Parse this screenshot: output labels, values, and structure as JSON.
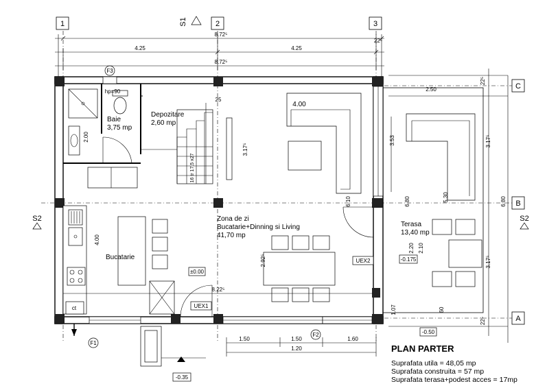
{
  "plan": {
    "title": "PLAN PARTER",
    "summary": [
      "Suprafata utila = 48,05 mp",
      "Suprafata construita = 57 mp",
      "Suprafata terasa+podest acces = 17mp"
    ]
  },
  "axes": {
    "vertical": [
      "1",
      "2",
      "3"
    ],
    "horizontal": [
      "C",
      "B",
      "A"
    ]
  },
  "rooms": {
    "baie": {
      "name": "Baie",
      "area": "3,75 mp"
    },
    "depozitare": {
      "name": "Depozitare",
      "area": "2,60 mp"
    },
    "zona": {
      "line1": "Zona de zi",
      "line2": "Bucatarie+Dinning si Living",
      "area": "41,70 mp"
    },
    "bucatarie": {
      "name": "Bucatarie"
    },
    "terasa": {
      "name": "Terasa",
      "area": "13,40 mp"
    }
  },
  "labels": {
    "section_top": "S1",
    "section_left": "S2",
    "section_right": "S2",
    "f1": "F1",
    "f2": "F2",
    "f3": "F3",
    "uex1": "UEX1",
    "uex2": "UEX2",
    "level_zero": "±0.00",
    "level_terrace": "-0.175",
    "level_entry": "-0.35",
    "level_a": "-0.50",
    "ct": "ct",
    "hp": "hp=90",
    "stair": "16 tr 17,5 x27"
  },
  "dims": {
    "top_total_1": "8.72⁵",
    "top_left": "4.25",
    "top_right": "4.25",
    "top_total_2": "8.72⁵",
    "top_small": "22⁵",
    "terasa_w": "2.50",
    "sofa_w": "4.00",
    "bath_h": "2.00",
    "stair_d": "25",
    "living_h": "3.17⁵",
    "v_353": "3.53",
    "v_610": "6.10",
    "v_680a": "6.80",
    "v_530": "5.30",
    "v_680b": "6.80",
    "v_317b": "3.17⁵",
    "v_317c": "3.17⁵",
    "kitchen_h": "4.00",
    "v_292": "2.92⁵",
    "v_220": "2.20",
    "v_210": "2.10",
    "v_107": "1.07",
    "v_60": "60",
    "v_22b": "22⁵",
    "v_22c": "22⁵",
    "inner_w": "8.22⁵",
    "b1": "1.50",
    "b2": "1.50",
    "b3": "1.60",
    "b4": "1.20"
  }
}
